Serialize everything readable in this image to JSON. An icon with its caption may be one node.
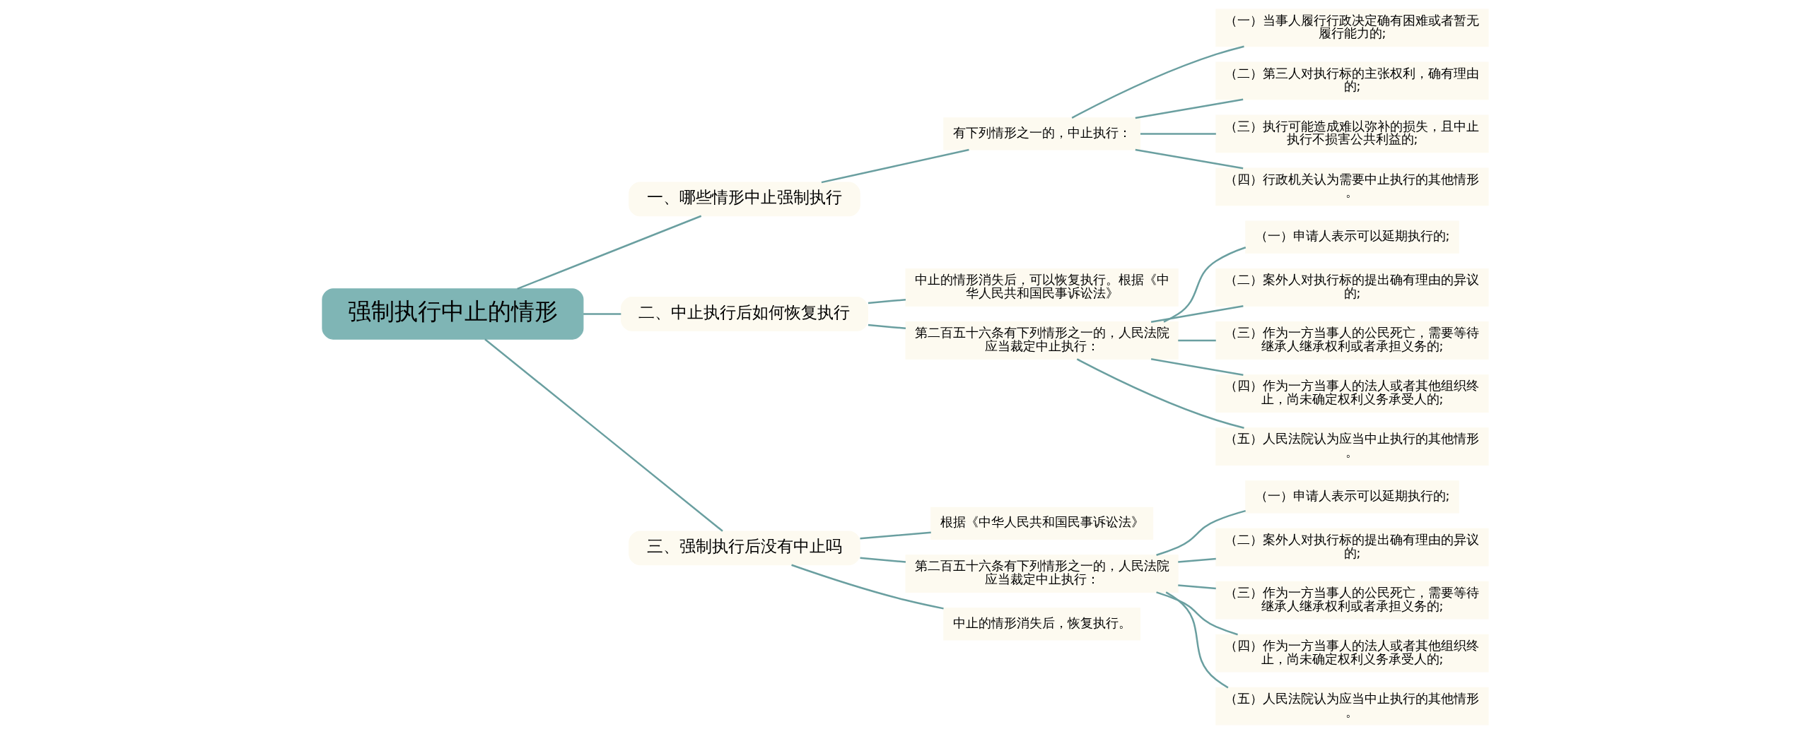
{
  "diagram": {
    "nodes": [
      {
        "text": [
          "强制执行中止的情形"
        ]
      },
      {
        "text": [
          "一、哪些情形中止强制执行"
        ]
      },
      {
        "text": [
          "有下列情形之一的，中止执行："
        ]
      },
      {
        "text": [
          "（一）当事人履行行政决定确有困难或者暂无履行能力的;"
        ]
      },
      {
        "text": [
          "（二）第三人对执行标的主张权利，确有理由的;"
        ]
      },
      {
        "text": [
          "（三）执行可能造成难以弥补的损失，且中止执行不损害公共利益的;"
        ]
      },
      {
        "text": [
          "（四）行政机关认为需要中止执行的其他情形。"
        ]
      },
      {
        "text": [
          "二、中止执行后如何恢复执行"
        ]
      },
      {
        "text": [
          "中止的情形消失后，可以恢复执行。根据《中华人民共和国民事诉讼法》"
        ]
      },
      {
        "text": [
          "第二百五十六条有下列情形之一的，人民法院应当裁定中止执行："
        ]
      },
      {
        "text": [
          "（一）申请人表示可以延期执行的;"
        ]
      },
      {
        "text": [
          "（二）案外人对执行标的提出确有理由的异议的;"
        ]
      },
      {
        "text": [
          "（三）作为一方当事人的公民死亡，需要等待继承人继承权利或者承担义务的;"
        ]
      },
      {
        "text": [
          "（四）作为一方当事人的法人或者其他组织终止，尚未确定权利义务承受人的;"
        ]
      },
      {
        "text": [
          "（五）人民法院认为应当中止执行的其他情形。"
        ]
      },
      {
        "text": [
          "三、强制执行后没有中止吗"
        ]
      },
      {
        "text": [
          "根据《中华人民共和国民事诉讼法》"
        ]
      },
      {
        "text": [
          "第二百五十六条有下列情形之一的，人民法院应当裁定中止执行："
        ]
      },
      {
        "text": [
          "（一）申请人表示可以延期执行的;"
        ]
      },
      {
        "text": [
          "（二）案外人对执行标的提出确有理由的异议的;"
        ]
      },
      {
        "text": [
          "（三）作为一方当事人的公民死亡，需要等待继承人继承权利或者承担义务的;"
        ]
      },
      {
        "text": [
          "（四）作为一方当事人的法人或者其他组织终止，尚未确定权利义务承受人的;"
        ]
      },
      {
        "text": [
          "（五）人民法院认为应当中止执行的其他情形。"
        ]
      },
      {
        "text": [
          "中止的情形消失后，恢复执行。"
        ]
      }
    ],
    "edges": [
      {
        "from": 0,
        "to": 1,
        "arrow": "none"
      },
      {
        "from": 1,
        "to": 2,
        "arrow": "none"
      },
      {
        "from": 2,
        "to": 3,
        "arrow": "none"
      },
      {
        "from": 2,
        "to": 4,
        "arrow": "none"
      },
      {
        "from": 2,
        "to": 5,
        "arrow": "none"
      },
      {
        "from": 2,
        "to": 6,
        "arrow": "none"
      },
      {
        "from": 0,
        "to": 7,
        "arrow": "none"
      },
      {
        "from": 7,
        "to": 8,
        "arrow": "none"
      },
      {
        "from": 7,
        "to": 9,
        "arrow": "none"
      },
      {
        "from": 9,
        "to": 10,
        "arrow": "none"
      },
      {
        "from": 9,
        "to": 11,
        "arrow": "none"
      },
      {
        "from": 9,
        "to": 12,
        "arrow": "none"
      },
      {
        "from": 9,
        "to": 13,
        "arrow": "none"
      },
      {
        "from": 9,
        "to": 14,
        "arrow": "none"
      },
      {
        "from": 0,
        "to": 15,
        "arrow": "none"
      },
      {
        "from": 15,
        "to": 16,
        "arrow": "none"
      },
      {
        "from": 15,
        "to": 17,
        "arrow": "none"
      },
      {
        "from": 17,
        "to": 18,
        "arrow": "none"
      },
      {
        "from": 17,
        "to": 19,
        "arrow": "none"
      },
      {
        "from": 17,
        "to": 20,
        "arrow": "none"
      },
      {
        "from": 17,
        "to": 21,
        "arrow": "none"
      },
      {
        "from": 17,
        "to": 22,
        "arrow": "none"
      },
      {
        "from": 15,
        "to": 23,
        "arrow": "none"
      }
    ]
  }
}
